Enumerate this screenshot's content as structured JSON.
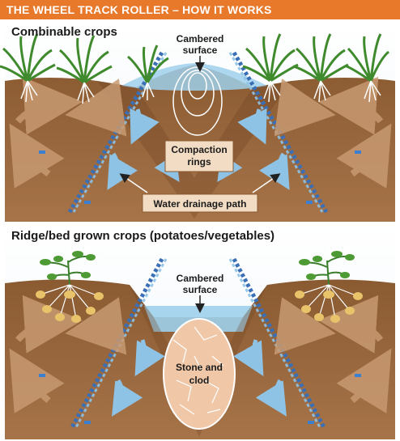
{
  "header": {
    "title": "THE WHEEL TRACK ROLLER – HOW IT WORKS"
  },
  "sections": [
    {
      "title": "Combinable crops",
      "cambered_line1": "Cambered",
      "cambered_line2": "surface",
      "compaction_line1": "Compaction",
      "compaction_line2": "rings",
      "drainage_label": "Water drainage path"
    },
    {
      "title": "Ridge/bed grown crops (potatoes/vegetables)",
      "cambered_line1": "Cambered",
      "cambered_line2": "surface",
      "stone_line1": "Stone and",
      "stone_line2": "clod"
    }
  ],
  "colors": {
    "banner": "#e8782a",
    "soil": "#a06a3c",
    "soil_dark": "#7d5029",
    "water": "#8ec8e8",
    "drain_dash": "#3b6fb5",
    "label_box": "#f2dcc4",
    "clod": "#f0c8a8"
  }
}
